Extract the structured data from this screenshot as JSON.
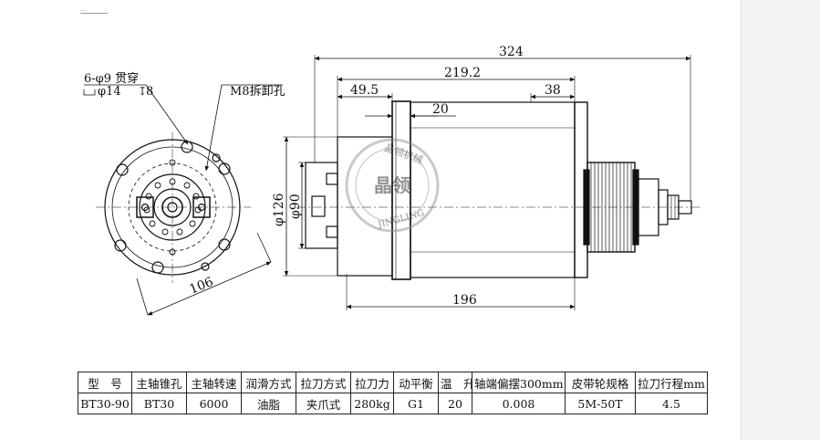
{
  "drawing": {
    "dimensions": {
      "overall_length": "324",
      "body_length": "219.2",
      "front_section": "49.5",
      "flange_thickness": "20",
      "rear_section": "38",
      "bottom_length": "196",
      "diameter_outer": "φ126",
      "diameter_inner": "φ90",
      "flange_width": "106"
    },
    "callouts": {
      "holes": "6-φ9 贯穿",
      "counterbore": "φ14",
      "counterbore_depth": "8",
      "removal_hole": "M8拆卸孔"
    },
    "watermark": {
      "text": "晶领",
      "ring_cn": "晶领机械",
      "ring_en": "JINGLING"
    },
    "corner_label": "..."
  },
  "spec_table": {
    "headers": [
      "型　号",
      "主轴锥孔",
      "主轴转速",
      "润滑方式",
      "拉刀方式",
      "拉刀力",
      "动平衡",
      "温　升",
      "轴端偏摆300mm",
      "皮带轮规格",
      "拉刀行程mm"
    ],
    "rows": [
      [
        "BT30-90",
        "BT30",
        "6000",
        "油脂",
        "夹爪式",
        "280kg",
        "G1",
        "20",
        "0.008",
        "5M-50T",
        "4.5"
      ]
    ]
  }
}
